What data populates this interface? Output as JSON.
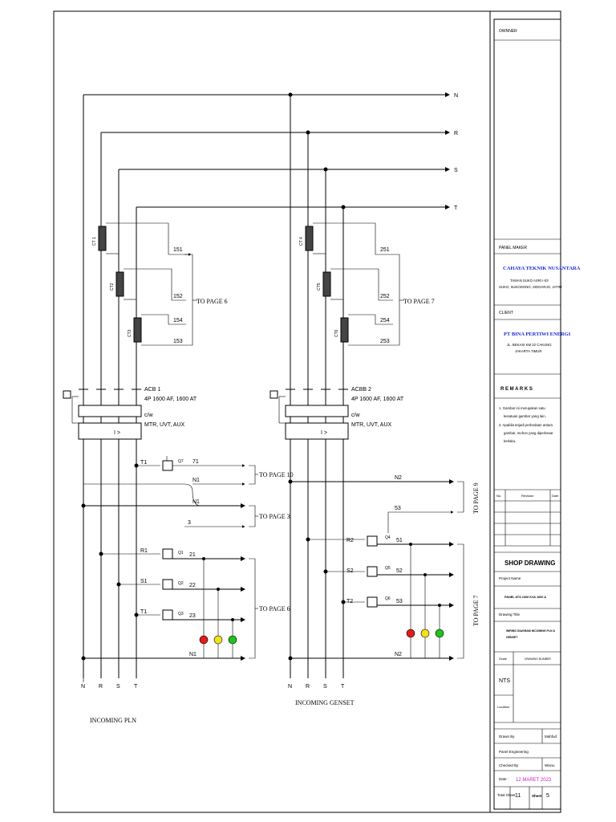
{
  "buses": {
    "n": "N",
    "r": "R",
    "s": "S",
    "t": "T"
  },
  "ct": {
    "ct1": "CT 1",
    "ct2": "CT2",
    "ct3": "CT3",
    "ct4": "CT 4",
    "ct5": "CT5",
    "ct6": "CT6"
  },
  "ct_wires": {
    "left": [
      "151",
      "152",
      "154",
      "153"
    ],
    "right": [
      "251",
      "252",
      "254",
      "253"
    ]
  },
  "pages": {
    "p6a": "TO PAGE 6",
    "p7a": "TO PAGE 7",
    "p10": "TO PAGE 10",
    "p3": "TO PAGE 3",
    "p6b": "TO PAGE 6",
    "p9": "TO PAGE 9",
    "p7b": "TO PAGE 7"
  },
  "acb1": {
    "name": "ACB 1",
    "rating": "4P 1600 AF, 1600 AT",
    "cw": "c/w",
    "acc": "MTR, UVT, AUX"
  },
  "acb2": {
    "name": "ACBB 2",
    "rating": "4P 1600 AF, 1600 AT",
    "cw": "c/w",
    "acc": "MTR, UVT, AUX"
  },
  "left_ctrl": {
    "t1": "T1",
    "q7": "Q7",
    "w71": "71",
    "n1a": "N1",
    "n1b": "N1",
    "w3": "3",
    "r1": "R1",
    "q1": "Q1",
    "w21": "21",
    "s1": "S1",
    "q2": "Q2",
    "w22": "22",
    "t1b": "T1",
    "q3": "Q3",
    "w23": "23",
    "n1c": "N1"
  },
  "right_ctrl": {
    "n2a": "N2",
    "w53a": "53",
    "r2": "R2",
    "q4": "Q4",
    "w51": "51",
    "s2": "S2",
    "q5": "Q5",
    "w52": "52",
    "t2": "T2",
    "q6": "Q6",
    "w53b": "53",
    "n2b": "N2"
  },
  "bottom": {
    "pln_n": "N",
    "pln_r": "R",
    "pln_s": "S",
    "pln_t": "T",
    "pln_label": "INCOMING PLN",
    "gen_n": "N",
    "gen_r": "R",
    "gen_s": "S",
    "gen_t": "T",
    "gen_label": "INCOMING GENSET"
  },
  "title_block": {
    "owner_label": "OWNNER",
    "panel_maker_label": "PANEL MAKER",
    "maker_name": "CAHAYA TEKNIK NUSANTARA",
    "maker_addr1": "TAMAN SUKO ASRI I-03",
    "maker_addr2": "SUKO, SUKODONO, SIDOARJO, JATIM",
    "client_label": "CLIENT",
    "client_name": "PT BINA PERTIWI ENERGI",
    "client_addr1": "JL. BEKASI KM 22 CAKUNG",
    "client_addr2": "JAKARTA TIMUR",
    "remarks_label": "R E M A R K S",
    "remark1a": "1. Gambar ini merupakan satu",
    "remark1b": "kesatuan gambar yang lain.",
    "remark2a": "2. Apabila terjadi perbedaan antara",
    "remark2b": "gambar, mohon yang diperbesar",
    "remark2c": "berlaku.",
    "rev_no": "No.",
    "rev_revision": "Revision",
    "rev_date": "Date",
    "shop_drawing": "SHOP DRAWING",
    "project_name_label": "Project Name",
    "project_name": "PANEL ATS 1000 KVA 1600 A",
    "drawing_title_label": "Drawing Title",
    "drawing_title_1": "WIRING DIAGRAM INCOMING PLN &",
    "drawing_title_2": "GENSET",
    "scale_label": "Scale",
    "drawing_number_label": "DRAWING NUMBER",
    "scale_value": "NTS",
    "location_label": "Location",
    "drawn_by_label": "Drawn By",
    "drawn_by": "Mahfud",
    "panel_eng_label": "Panel Engineering",
    "checked_by_label": "Checked By",
    "checked_by": "Wisnu",
    "date_label": "Date :",
    "date_value": "12 MARET 2023",
    "total_sheet_label": "Total Sheet",
    "total_sheet": "11",
    "sheet_label": "Sheet",
    "sheet_value": "5"
  },
  "colors": {
    "lamp_red": "#e31b1b",
    "lamp_yellow": "#f1e21a",
    "lamp_green": "#20c21e",
    "brand_blue": "#1a2bd8",
    "date_magenta": "#d01ad0"
  }
}
